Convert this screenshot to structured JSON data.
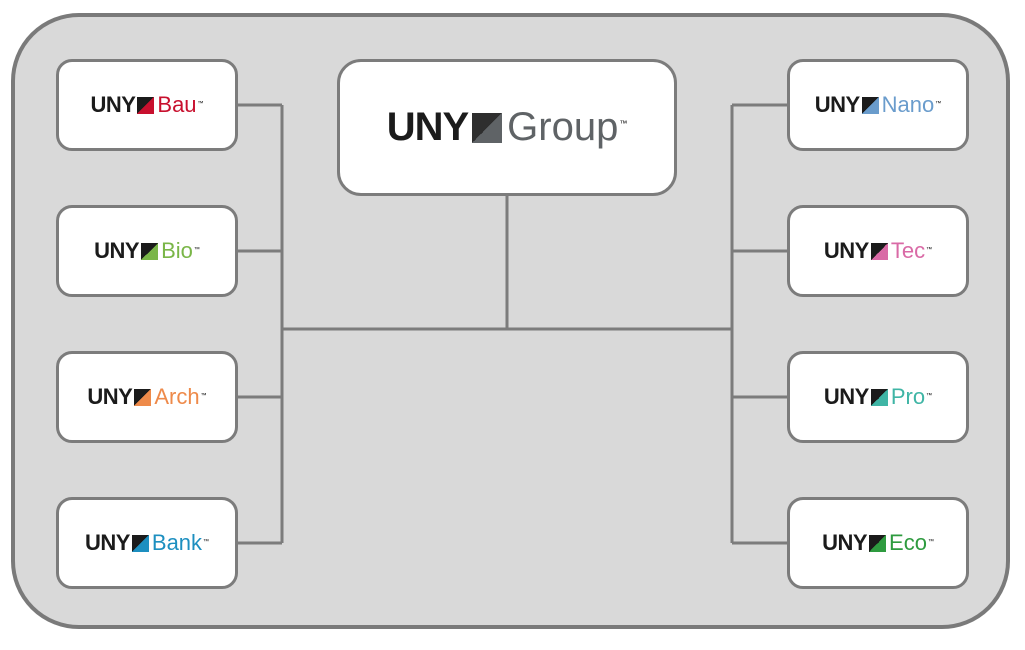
{
  "diagram": {
    "center": {
      "prefix": "UNY",
      "suffix": "Group",
      "tm": "™",
      "color": "#5f6366",
      "mark_color": "#2e2e2e"
    },
    "left": [
      {
        "id": "bau",
        "prefix": "UNY",
        "suffix": "Bau",
        "tm": "™",
        "color": "#c8102e"
      },
      {
        "id": "bio",
        "prefix": "UNY",
        "suffix": "Bio",
        "tm": "™",
        "color": "#7ab648"
      },
      {
        "id": "arch",
        "prefix": "UNY",
        "suffix": "Arch",
        "tm": "™",
        "color": "#ee8a4a"
      },
      {
        "id": "bank",
        "prefix": "UNY",
        "suffix": "Bank",
        "tm": "™",
        "color": "#1d8fc0"
      }
    ],
    "right": [
      {
        "id": "nano",
        "prefix": "UNY",
        "suffix": "Nano",
        "tm": "™",
        "color": "#6a9ccc"
      },
      {
        "id": "tec",
        "prefix": "UNY",
        "suffix": "Tec",
        "tm": "™",
        "color": "#d96aa6"
      },
      {
        "id": "pro",
        "prefix": "UNY",
        "suffix": "Pro",
        "tm": "™",
        "color": "#3fb5a5"
      },
      {
        "id": "eco",
        "prefix": "UNY",
        "suffix": "Eco",
        "tm": "™",
        "color": "#2e9b3f"
      }
    ]
  }
}
